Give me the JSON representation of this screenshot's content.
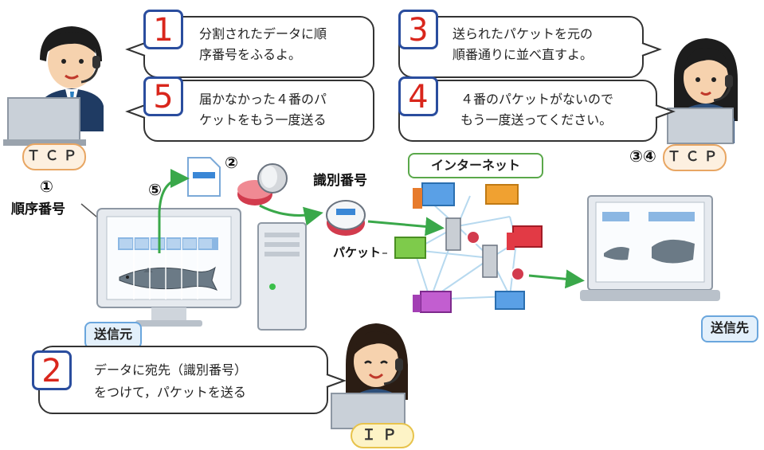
{
  "bubbles": {
    "b1": {
      "number": "1",
      "line1": "分割されたデータに順",
      "line2": "序番号をふるよ。"
    },
    "b3": {
      "number": "3",
      "line1": "送られたパケットを元の",
      "line2": "順番通りに並べ直すよ。"
    },
    "b5": {
      "number": "5",
      "line1": "届かなかった４番のパ",
      "line2": "ケットをもう一度送る"
    },
    "b4": {
      "number": "4",
      "line1": "４番のパケットがないので",
      "line2": "もう一度送ってください。"
    },
    "b2": {
      "number": "2",
      "line1": "データに宛先（識別番号）",
      "line2": "をつけて，パケットを送る"
    }
  },
  "labels": {
    "tcp_left": "ＴＣＰ",
    "tcp_right": "ＴＣＰ",
    "steps_right": "③④",
    "circle1": "①",
    "sequence_number": "順序番号",
    "circle2": "②",
    "circle5": "⑤",
    "identifier": "識別番号",
    "packet": "パケット",
    "internet": "インターネット",
    "sender": "送信元",
    "receiver": "送信先",
    "ip": "ＩＰ"
  },
  "colors": {
    "accent_blue": "#2a4d9e",
    "number_red": "#d9261c",
    "arrow_green": "#3aa84a",
    "tcp_orange": "#e8a663",
    "ip_yellow": "#e7c34c"
  },
  "icons": [
    "operator-left-icon",
    "operator-right-icon",
    "operator-bottom-icon",
    "sender-computer-icon",
    "server-tower-icon",
    "receiver-laptop-icon",
    "document-icon",
    "packet-capsule-icon",
    "network-cloud-icon",
    "salmon-icon"
  ]
}
